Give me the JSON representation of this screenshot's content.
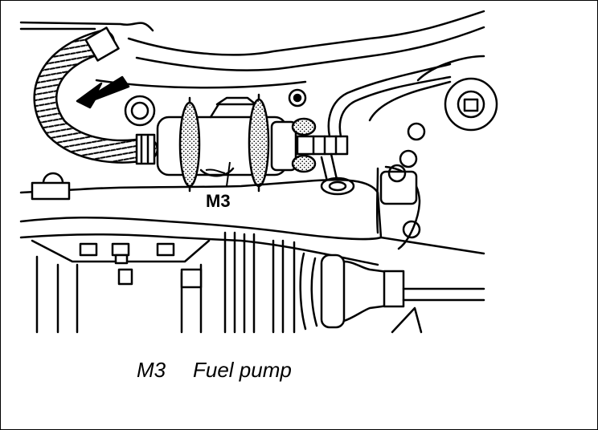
{
  "diagram": {
    "component_label": "M3",
    "caption": {
      "code": "M3",
      "description": "Fuel pump"
    },
    "colors": {
      "line": "#000000",
      "background": "#ffffff"
    }
  }
}
